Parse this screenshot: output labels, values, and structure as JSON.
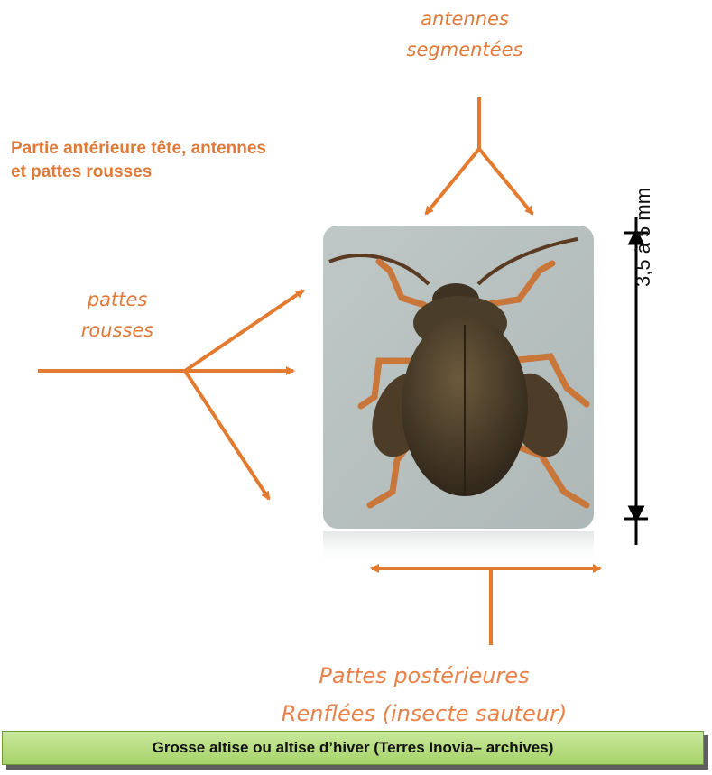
{
  "labels": {
    "antennes": "antennes\nsegmentées",
    "anterieure": "Partie antérieure tête, antennes\net pattes rousses",
    "pattes": "pattes\nrousses",
    "posterieures": "Pattes postérieures\nRenflées (insecte sauteur)",
    "size": "3,5 à 5 mm"
  },
  "caption": "Grosse altise ou altise d’hiver (Terres Inovia– archives)",
  "colors": {
    "arrow": "#e27a30",
    "label": "#e07a3a",
    "beetle_body": "#4a3d2a",
    "beetle_legs": "#c9763a",
    "photo_bg": "#b9c3c2",
    "caption_bg": "#b7dd82"
  }
}
